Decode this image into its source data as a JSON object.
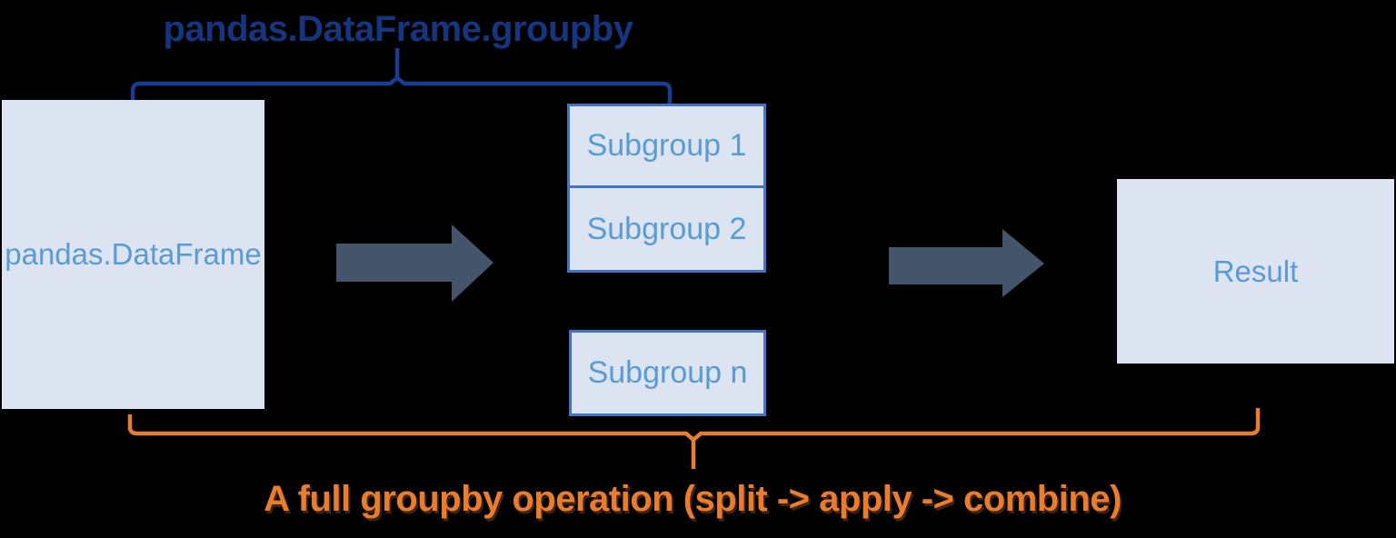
{
  "diagram": {
    "title": "pandas.DataFrame.groupby",
    "caption": "A full groupby operation (split -> apply -> combine)",
    "source_box": {
      "label": "pandas.DataFrame"
    },
    "subgroups": [
      {
        "label": "Subgroup 1"
      },
      {
        "label": "Subgroup 2"
      },
      {
        "label": "Subgroup n"
      }
    ],
    "result_box": {
      "label": "Result"
    },
    "colors": {
      "background": "#000000",
      "box_fill": "#DCE4F2",
      "subgroup_border": "#4472C4",
      "box_text": "#5B9BD5",
      "title_text": "#15357F",
      "brace_blue": "#1B3C94",
      "arrow_fill": "#44546A",
      "accent_orange": "#E87D2E"
    }
  }
}
